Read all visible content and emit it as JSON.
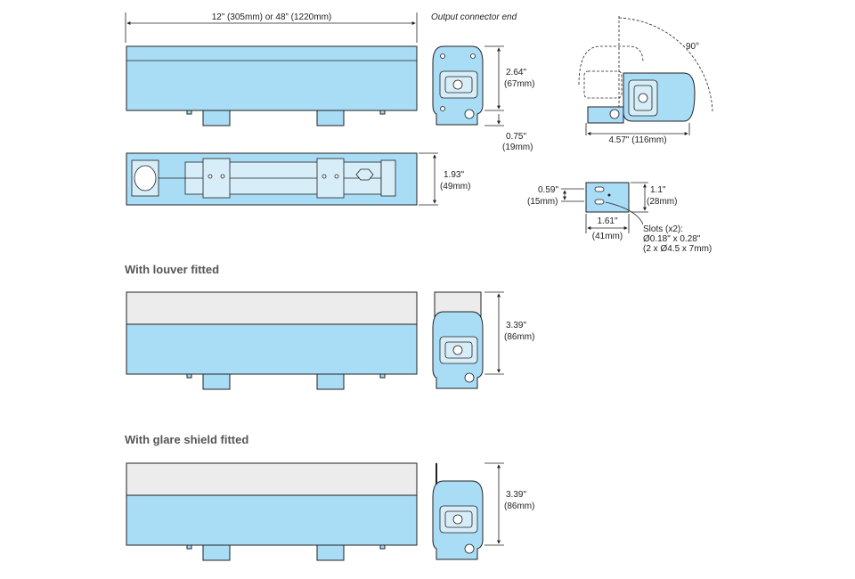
{
  "dims": {
    "length": "12” (305mm) or 48” (1220mm)",
    "output_connector_end": "Output connector end",
    "height_in": "2.64\"",
    "height_mm": "(67mm)",
    "foot_in": "0.75\"",
    "foot_mm": "(19mm)",
    "depth_in": "1.93\"",
    "depth_mm": "(49mm)",
    "rotation": "90°",
    "rot_width": "4.57\" (116mm)",
    "slot_offset_in": "0.59\"",
    "slot_offset_mm": "(15mm)",
    "bracket_h_in": "1.1\"",
    "bracket_h_mm": "(28mm)",
    "bracket_w_in": "1.61\"",
    "bracket_w_mm": "(41mm)",
    "slots_line1": "Slots (x2):",
    "slots_line2": "Ø0.18\" x 0.28\"",
    "slots_line3": "(2 x Ø4.5 x 7mm)",
    "louver_h_in": "3.39\"",
    "louver_h_mm": "(86mm)",
    "glare_h_in": "3.39\"",
    "glare_h_mm": "(86mm)"
  },
  "sections": {
    "louver": "With louver fitted",
    "glare": "With glare shield fitted"
  },
  "colors": {
    "body": "#a9dcf5",
    "cover": "#ececec",
    "outline": "#222222"
  }
}
